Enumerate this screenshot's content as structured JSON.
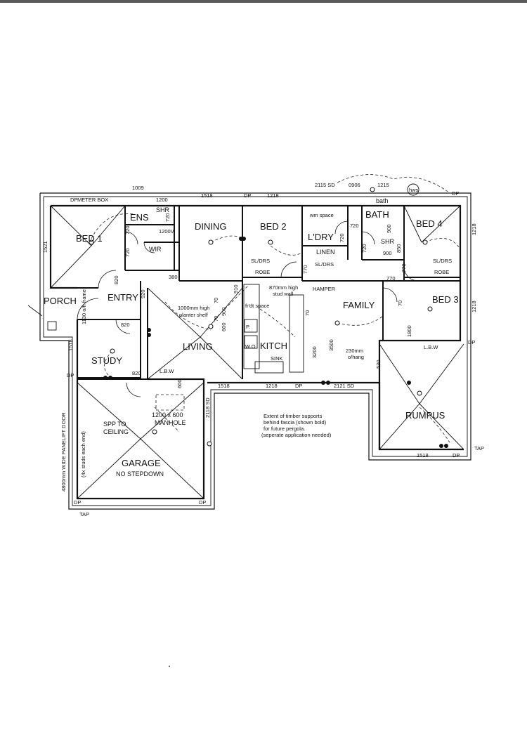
{
  "rooms": {
    "bed1": "BED 1",
    "ens": "ENS",
    "shr": "SHR",
    "wir": "WIR",
    "dining": "DINING",
    "bed2": "BED 2",
    "ldry": "L'DRY",
    "linen": "LINEN",
    "bath": "BATH",
    "bath_small": "bath",
    "shr2": "SHR",
    "bed4": "BED 4",
    "porch": "PORCH",
    "entry": "ENTRY",
    "study": "STUDY",
    "living": "LIVING",
    "kitch": "KITCH",
    "family": "FAMILY",
    "bed3": "BED 3",
    "garage": "GARAGE",
    "garage_sub": "NO STEPDOWN",
    "rumpus": "RUMPUS"
  },
  "labels": {
    "meter_box": "METER BOX",
    "dp": "DP",
    "tap": "TAP",
    "hws": "hws",
    "robe": "ROBE",
    "sl_drs": "SL/DRS",
    "lbw": "L.B.W",
    "hamper": "HAMPER",
    "wm_space": "wm space",
    "sink": "SINK",
    "wo": "W.O",
    "fridge_space": "fr'dt space",
    "p": "P.",
    "spp1": "SPP TO",
    "spp2": "CEILING",
    "manhole1": "1200 x 600",
    "manhole2": "MANHOLE",
    "planter1": "1000mm high",
    "planter2": "planter shelf",
    "studwall1": "870mm high",
    "studwall2": "stud wall",
    "ohang1": "230mm",
    "ohang2": "o/hang",
    "door_text": "4800mm WIDE PANELIFT DOOR",
    "studs_text": "(4x studs each end)",
    "ext1": "Extent of timber supports",
    "ext2": "behind fascia (shown bold)",
    "ext3": "for future pergola.",
    "ext4": "(seperate application needed)",
    "oh_porch": "1130 o/h frame"
  },
  "dims": {
    "d1009": "1009",
    "d1518": "1518",
    "d1218": "1218",
    "d2115sd": "2115 SD",
    "d0906": "0906",
    "d1215": "1215",
    "d1521": "1521",
    "d1200": "1200",
    "d1200v": "1200V",
    "d720": "720",
    "d820": "820",
    "d920": "920",
    "d380": "380",
    "d900": "900",
    "d850": "850",
    "d770": "770",
    "d910": "910",
    "d70": "70",
    "d600": "600",
    "d3200": "3200",
    "d3500": "3500",
    "d1800": "1800",
    "d530": "530",
    "d2118sd": "2118 SD",
    "d2121sd": "2121 SD"
  }
}
